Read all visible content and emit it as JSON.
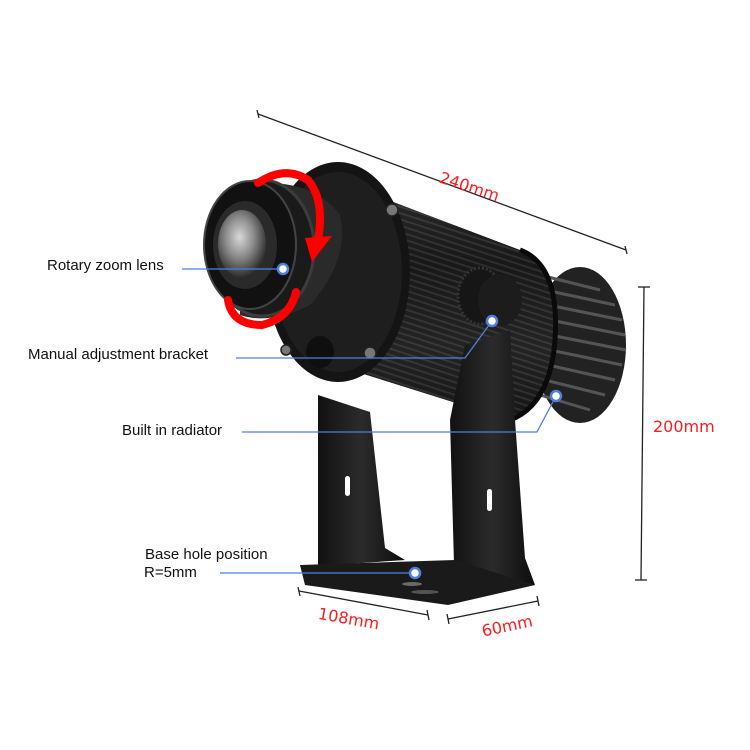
{
  "labels": {
    "rotary_zoom_lens": "Rotary zoom lens",
    "manual_adjustment_bracket": "Manual adjustment bracket",
    "built_in_radiator": "Built in radiator",
    "base_hole_position_line1": "Base hole position",
    "base_hole_position_line2": "R=5mm"
  },
  "dimensions": {
    "length": "240mm",
    "height": "200mm",
    "base_length": "108mm",
    "base_width": "60mm"
  },
  "colors": {
    "dimension_text": "#ff1a1a",
    "callout_line": "#4f7fe0",
    "rotation_arrow": "#ff0000",
    "body": "#1a1a1a",
    "background": "#ffffff"
  },
  "icons": {
    "rotation_arrow": "rotation-arrow-icon",
    "callout_dot": "callout-dot-icon"
  }
}
